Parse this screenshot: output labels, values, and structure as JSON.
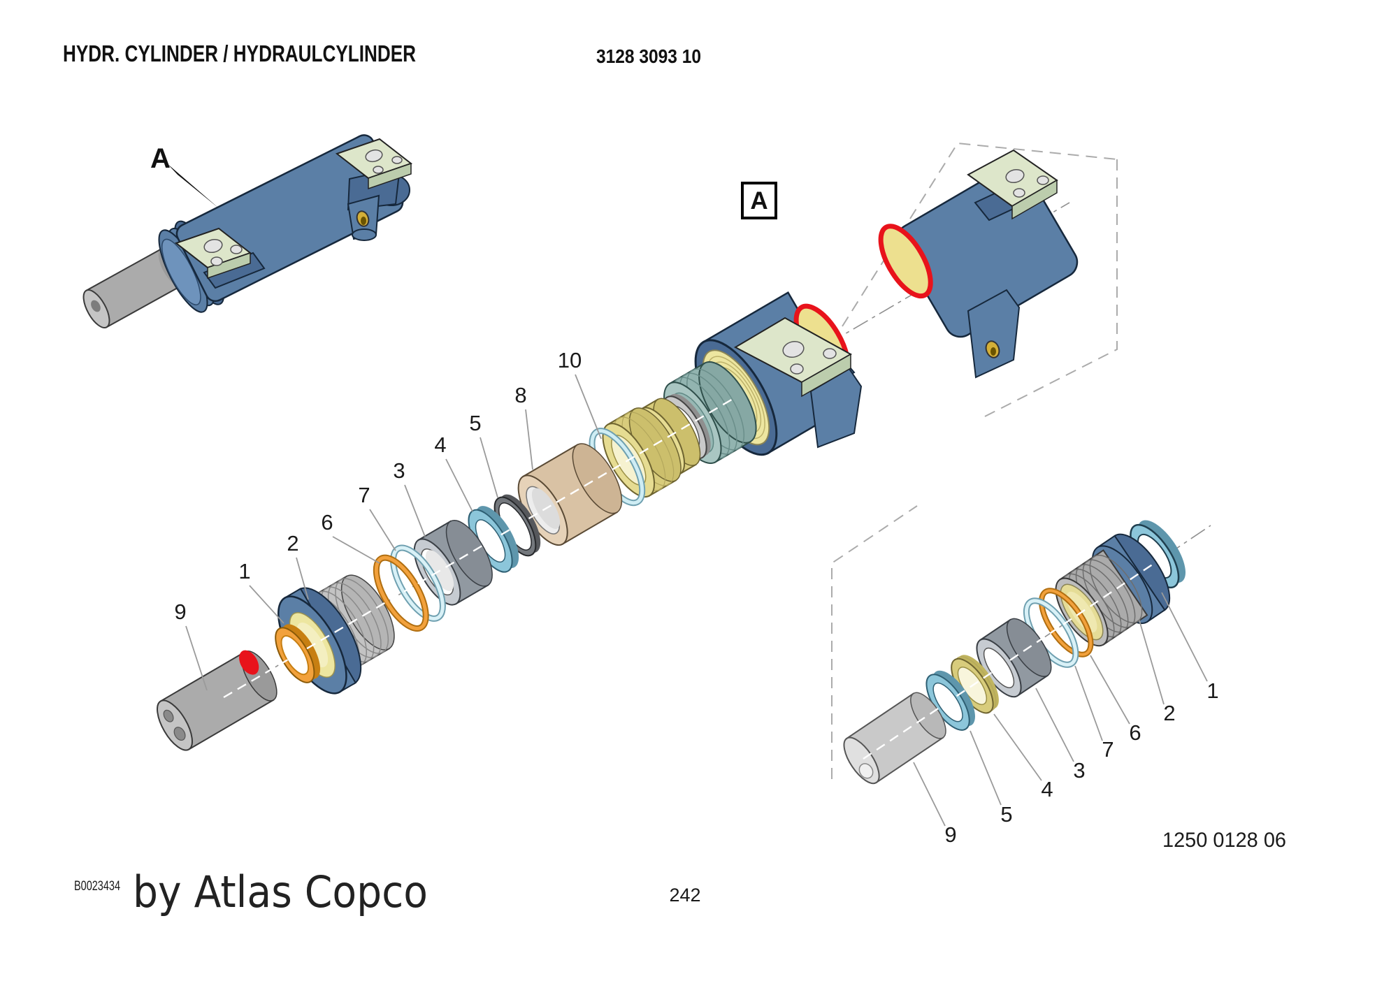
{
  "page": {
    "title": "HYDR. CYLINDER / HYDRAULCYLINDER",
    "document_number": "3128 3093 10",
    "page_number": "242",
    "footer_code": "B0023434",
    "brand_line": "by Atlas Copco",
    "figure_number": "1250 0128 06"
  },
  "diagram": {
    "assembly_pointer_label": "A",
    "section_box_label": "A",
    "main_exploded_callouts": [
      "9",
      "1",
      "2",
      "6",
      "7",
      "3",
      "4",
      "5",
      "8",
      "10"
    ],
    "detail_exploded_callouts": [
      "9",
      "5",
      "4",
      "3",
      "7",
      "6",
      "2",
      "1"
    ],
    "colors": {
      "body_blue": "#5B7FA6",
      "body_blue_dark": "#4A6B94",
      "outline_navy": "#16283c",
      "seal_red": "#E8131B",
      "ring_orange": "#F2A13C",
      "ring_cyan": "#8CC6DA",
      "ring_pale_cyan": "#D9F1F7",
      "ring_khaki": "#D8CC7C",
      "piston_tan": "#D9C2A4",
      "bore_yellow": "#EDE6A0",
      "plate_green": "#DDE6CA",
      "brass": "#D4AF37",
      "rod_gray": "#ABABAB"
    }
  }
}
